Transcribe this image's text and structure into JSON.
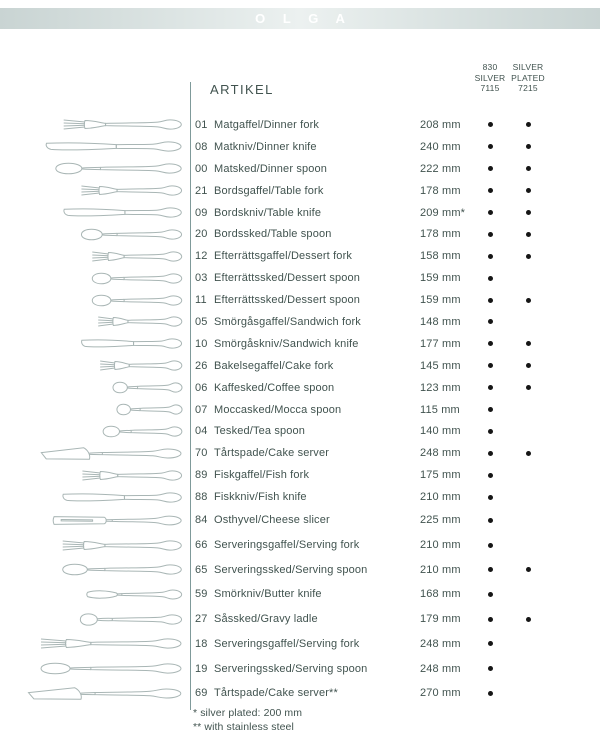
{
  "brand": {
    "pattern_name": "O L G A"
  },
  "header": {
    "artikel_label": "ARTIKEL",
    "col_830": {
      "line1": "830",
      "line2": "SILVER",
      "line3": "7115"
    },
    "col_plated": {
      "line1": "SILVER",
      "line2": "PLATED",
      "line3": "7215"
    }
  },
  "table": {
    "rows": [
      {
        "num": "01",
        "name": "Matgaffel/Dinner fork",
        "length": "208 mm",
        "silver_830": true,
        "silver_plated": true,
        "icon": "fork-icon"
      },
      {
        "num": "08",
        "name": "Matkniv/Dinner knife",
        "length": "240 mm",
        "silver_830": true,
        "silver_plated": true,
        "icon": "knife-icon"
      },
      {
        "num": "00",
        "name": "Matsked/Dinner spoon",
        "length": "222 mm",
        "silver_830": true,
        "silver_plated": true,
        "icon": "spoon-icon"
      },
      {
        "num": "21",
        "name": "Bordsgaffel/Table fork",
        "length": "178 mm",
        "silver_830": true,
        "silver_plated": true,
        "icon": "fork-icon"
      },
      {
        "num": "09",
        "name": "Bordskniv/Table knife",
        "length": "209 mm*",
        "silver_830": true,
        "silver_plated": true,
        "icon": "knife-icon"
      },
      {
        "num": "20",
        "name": "Bordssked/Table spoon",
        "length": "178 mm",
        "silver_830": true,
        "silver_plated": true,
        "icon": "spoon-icon"
      },
      {
        "num": "12",
        "name": "Efterrättsgaffel/Dessert fork",
        "length": "158 mm",
        "silver_830": true,
        "silver_plated": true,
        "icon": "fork-icon"
      },
      {
        "num": "03",
        "name": "Efterrättssked/Dessert spoon",
        "length": "159 mm",
        "silver_830": true,
        "silver_plated": false,
        "icon": "spoon-icon"
      },
      {
        "num": "11",
        "name": "Efterrättssked/Dessert spoon",
        "length": "159 mm",
        "silver_830": true,
        "silver_plated": true,
        "icon": "spoon-icon"
      },
      {
        "num": "05",
        "name": "Smörgåsgaffel/Sandwich fork",
        "length": "148 mm",
        "silver_830": true,
        "silver_plated": false,
        "icon": "fork-icon"
      },
      {
        "num": "10",
        "name": "Smörgåskniv/Sandwich knife",
        "length": "177 mm",
        "silver_830": true,
        "silver_plated": true,
        "icon": "knife-icon"
      },
      {
        "num": "26",
        "name": "Bakelsegaffel/Cake fork",
        "length": "145 mm",
        "silver_830": true,
        "silver_plated": true,
        "icon": "fork-icon"
      },
      {
        "num": "06",
        "name": "Kaffesked/Coffee spoon",
        "length": "123 mm",
        "silver_830": true,
        "silver_plated": true,
        "icon": "spoon-icon"
      },
      {
        "num": "07",
        "name": "Moccasked/Mocca spoon",
        "length": "115 mm",
        "silver_830": true,
        "silver_plated": false,
        "icon": "spoon-icon"
      },
      {
        "num": "04",
        "name": "Tesked/Tea spoon",
        "length": "140 mm",
        "silver_830": true,
        "silver_plated": false,
        "icon": "spoon-icon"
      },
      {
        "num": "70",
        "name": "Tårtspade/Cake server",
        "length": "248 mm",
        "silver_830": true,
        "silver_plated": true,
        "icon": "cake-server-icon"
      },
      {
        "num": "89",
        "name": "Fiskgaffel/Fish fork",
        "length": "175 mm",
        "silver_830": true,
        "silver_plated": false,
        "icon": "fork-icon"
      },
      {
        "num": "88",
        "name": "Fiskkniv/Fish knife",
        "length": "210 mm",
        "silver_830": true,
        "silver_plated": false,
        "icon": "knife-icon"
      },
      {
        "num": "84",
        "name": "Osthyvel/Cheese slicer",
        "length": "225 mm",
        "silver_830": true,
        "silver_plated": false,
        "icon": "cheese-slicer-icon"
      },
      {
        "num": "66",
        "name": "Serveringsgaffel/Serving fork",
        "length": "210 mm",
        "silver_830": true,
        "silver_plated": false,
        "icon": "fork-icon"
      },
      {
        "num": "65",
        "name": "Serveringssked/Serving spoon",
        "length": "210 mm",
        "silver_830": true,
        "silver_plated": true,
        "icon": "spoon-icon"
      },
      {
        "num": "59",
        "name": "Smörkniv/Butter knife",
        "length": "168 mm",
        "silver_830": true,
        "silver_plated": false,
        "icon": "butter-knife-icon"
      },
      {
        "num": "27",
        "name": "Såssked/Gravy ladle",
        "length": "179 mm",
        "silver_830": true,
        "silver_plated": true,
        "icon": "gravy-ladle-icon"
      },
      {
        "num": "18",
        "name": "Serveringsgaffel/Serving fork",
        "length": "248 mm",
        "silver_830": true,
        "silver_plated": false,
        "icon": "fork-icon"
      },
      {
        "num": "19",
        "name": "Serveringssked/Serving spoon",
        "length": "248 mm",
        "silver_830": true,
        "silver_plated": false,
        "icon": "spoon-icon"
      },
      {
        "num": "69",
        "name": "Tårtspade/Cake server**",
        "length": "270 mm",
        "silver_830": true,
        "silver_plated": false,
        "icon": "cake-server-icon"
      }
    ]
  },
  "footnotes": [
    "* silver plated: 200 mm",
    "** with stainless steel"
  ],
  "colors": {
    "text": "#41534f",
    "line": "#7f9a9a",
    "dot": "#161616",
    "illustration": "#a9b6b5",
    "band": "#d7e0df"
  }
}
